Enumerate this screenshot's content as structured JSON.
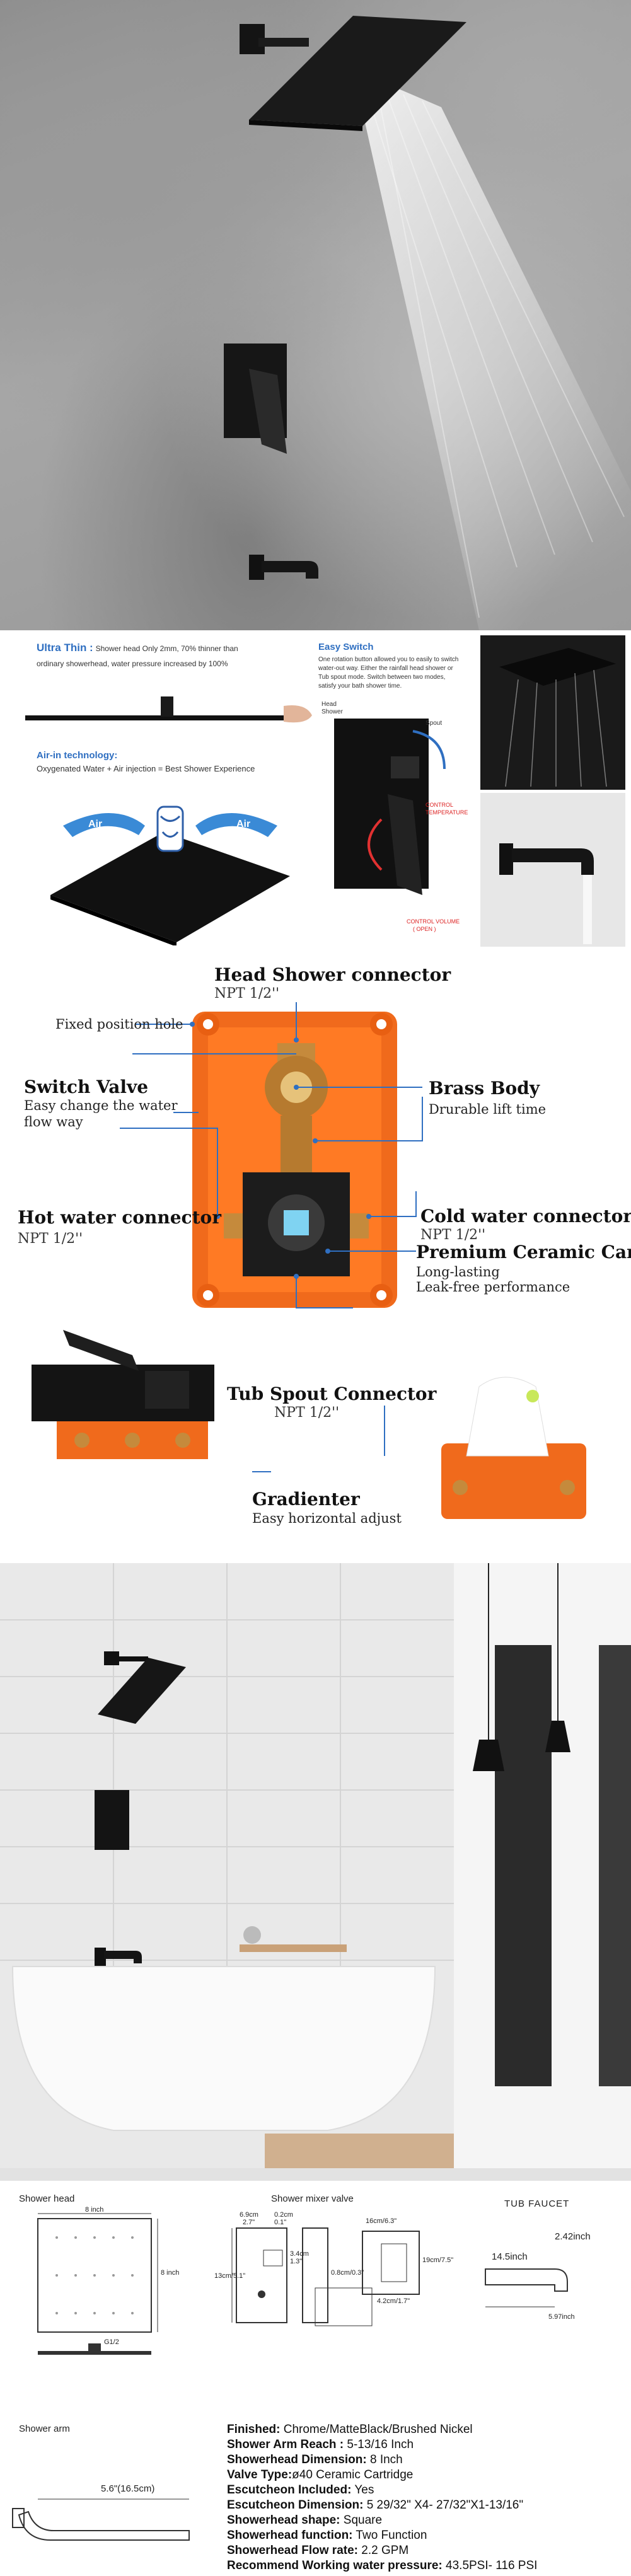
{
  "features": {
    "ultra_thin_title": "Ultra Thin :",
    "ultra_thin_text_1": "Shower head Only 2mm, 70% thinner than",
    "ultra_thin_text_2": "ordinary showerhead, water pressure increased by 100%",
    "air_in_title": "Air-in technology:",
    "air_in_text": "Oxygenated Water + Air injection = Best Shower Experience",
    "air_left": "Air",
    "air_right": "Air",
    "easy_switch_title": "Easy Switch",
    "easy_switch_text_1": "One rotation button allowed you to easily to switch",
    "easy_switch_text_2": "water-out way. Either the rainfall head shower or",
    "easy_switch_text_3": "Tub spout mode. Switch between two modes,",
    "easy_switch_text_4": "satisfy your bath shower time.",
    "spout": "Spout",
    "head": "Head",
    "shower": "Shower",
    "control_temperature_1": "CONTROL",
    "control_temperature_2": "TEMPERATURE",
    "control_volume_1": "CONTROL VOLUME",
    "control_volume_2": "( OPEN )"
  },
  "diagram": {
    "head_connector": "Head Shower connector",
    "head_connector_spec": "NPT  1/2''",
    "fixed_hole": "Fixed position hole",
    "switch_valve": "Switch Valve",
    "switch_valve_desc_1": "Easy change the water",
    "switch_valve_desc_2": "flow way",
    "brass_body": "Brass Body",
    "brass_body_desc": "Drurable lift time",
    "hot_connector": "Hot water connector",
    "hot_spec": "NPT  1/2''",
    "cold_connector": "Cold water connector",
    "cold_spec": "NPT  1/2''",
    "ceramic": "Premium Ceramic Cartridge",
    "ceramic_desc_1": "Long-lasting",
    "ceramic_desc_2": "Leak-free performance",
    "tub_connector": "Tub Spout Connector",
    "tub_spec": "NPT  1/2''",
    "gradienter": "Gradienter",
    "gradienter_desc": "Easy horizontal adjust"
  },
  "dimensions": {
    "shower_head": "Shower head",
    "sh_width": "8 inch",
    "sh_height": "8 inch",
    "sh_thread": "G1/2",
    "mixer_valve": "Shower mixer valve",
    "mv_02": "0.2cm",
    "mv_01": "0.1\"",
    "mv_69": "6.9cm",
    "mv_27": "2.7\"",
    "mv_13": "13cm/5.1\"",
    "mv_34": "3.4cm",
    "mv_13b": "1.3\"",
    "mv_08": "0.8cm/0.3\"",
    "mv_16": "16cm/6.3\"",
    "mv_19": "19cm/7.5\"",
    "mv_42": "4.2cm/1.7\"",
    "tub_faucet": "TUB FAUCET",
    "tf_242": "2.42inch",
    "tf_145": "14.5inch",
    "tf_597": "5.97inch",
    "shower_arm": "Shower arm",
    "arm_len": "5.6\"(16.5cm)"
  },
  "specs": [
    {
      "k": "Finished:",
      "v": " Chrome/MatteBlack/Brushed Nickel"
    },
    {
      "k": "Shower Arm Reach :",
      "v": " 5-13/16 Inch"
    },
    {
      "k": "Showerhead Dimension:",
      "v": " 8 Inch"
    },
    {
      "k": "Valve Type:",
      "v": "ø40 Ceramic Cartridge"
    },
    {
      "k": "Escutcheon Included:",
      "v": " Yes"
    },
    {
      "k": "Escutcheon Dimension:",
      "v": " 5 29/32\" X4- 27/32\"X1-13/16\""
    },
    {
      "k": "Showerhead shape:",
      "v": "  Square"
    },
    {
      "k": "Showerhead function:",
      "v": " Two Function"
    },
    {
      "k": "Showerhead Flow rate:",
      "v": " 2.2 GPM"
    },
    {
      "k": "Recommend Working water pressure:",
      "v": " 43.5PSI- 116 PSI"
    }
  ]
}
